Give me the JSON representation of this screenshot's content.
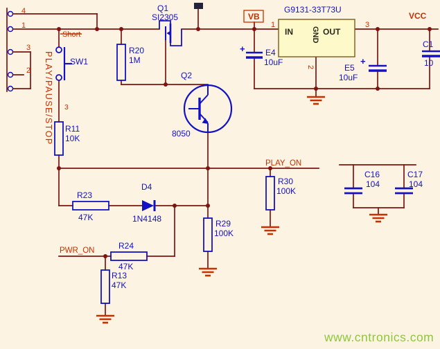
{
  "connector": {
    "pin_labels": [
      "4",
      "1",
      "3",
      "2"
    ]
  },
  "annotations": {
    "short_note": "Short",
    "play_pause_stop": "PLAY/PAUSE/STOP",
    "wire_label_3": "3",
    "watermark": "www.cntronics.com"
  },
  "nets": {
    "vb": "VB",
    "vcc": "VCC",
    "play_on": "PLAY_ON",
    "pwr_on": "PWR_ON"
  },
  "regulator": {
    "part": "G9131-33T73U",
    "pin_in": "IN",
    "pin_gnd": "GND",
    "pin_out": "OUT",
    "pin_num_in": "1",
    "pin_num_gnd": "2",
    "pin_num_out": "3"
  },
  "components": {
    "sw1": {
      "ref": "SW1"
    },
    "q1": {
      "ref": "Q1",
      "value": "SI2305"
    },
    "q2": {
      "ref": "Q2",
      "value": "8050"
    },
    "r11": {
      "ref": "R11",
      "value": "10K"
    },
    "r20": {
      "ref": "R20",
      "value": "1M"
    },
    "r23": {
      "ref": "R23",
      "value": "47K"
    },
    "r24": {
      "ref": "R24",
      "value": "47K"
    },
    "r13": {
      "ref": "R13",
      "value": "47K"
    },
    "r29": {
      "ref": "R29",
      "value": "100K"
    },
    "r30": {
      "ref": "R30",
      "value": "100K"
    },
    "d4": {
      "ref": "D4",
      "value": "1N4148"
    },
    "e4": {
      "ref": "E4",
      "value": "10uF",
      "polarity": "+"
    },
    "e5": {
      "ref": "E5",
      "value": "10uF",
      "polarity": "+"
    },
    "c16": {
      "ref": "C16",
      "value": "104"
    },
    "c17": {
      "ref": "C17",
      "value": "104"
    },
    "c_right": {
      "ref": "C1",
      "value": "10"
    }
  },
  "colors": {
    "wire": "#7c1510",
    "component": "#1212c4",
    "net_label": "#c63000",
    "regulator_fill": "#fdf9c9",
    "background": "#fdf3e2",
    "watermark": "#8dc63f"
  }
}
